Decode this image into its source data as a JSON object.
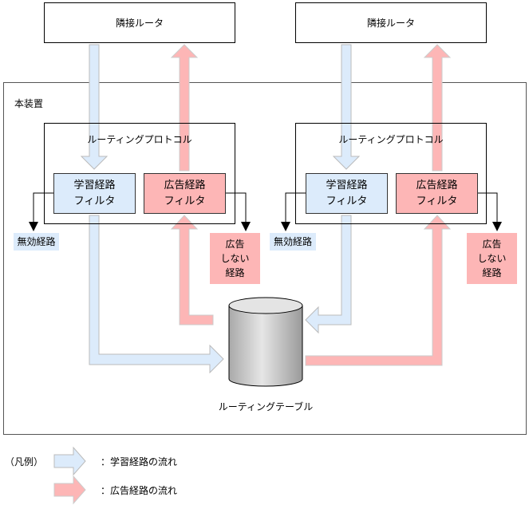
{
  "title": "本装置",
  "neighbor_router": "隣接ルータ",
  "routing_protocol": "ルーティングプロトコル",
  "learn_filter": [
    "学習経路",
    "フィルタ"
  ],
  "advert_filter": [
    "広告経路",
    "フィルタ"
  ],
  "invalid_route": "無効経路",
  "no_advert_route": [
    "広告",
    "しない",
    "経路"
  ],
  "routing_table": "ルーティングテーブル",
  "legend": {
    "title": "（凡例）",
    "learn_flow": "：学習経路の流れ",
    "advert_flow": "：広告経路の流れ"
  },
  "colors": {
    "learn": "#dcebfb",
    "advert": "#fdb6b6"
  }
}
